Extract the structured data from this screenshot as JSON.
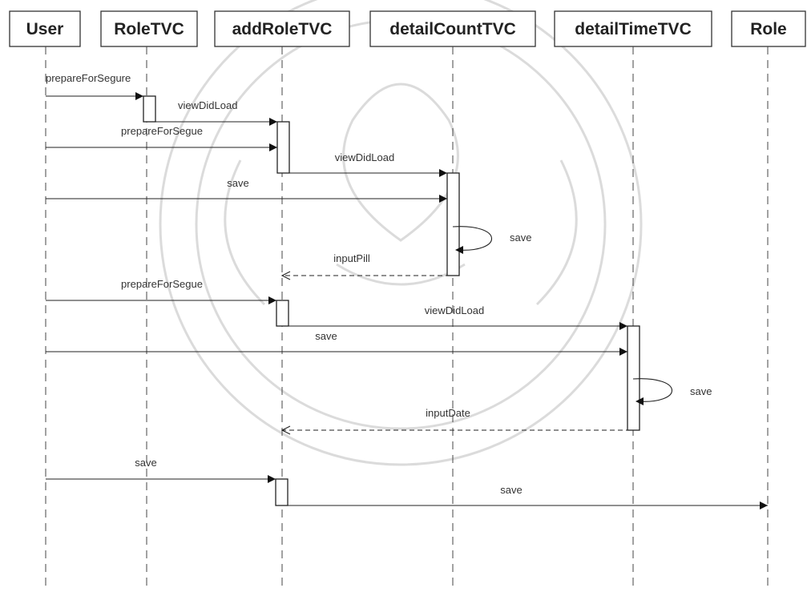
{
  "participants": [
    {
      "id": "user",
      "label": "User"
    },
    {
      "id": "roletvc",
      "label": "RoleTVC"
    },
    {
      "id": "addroletvc",
      "label": "addRoleTVC"
    },
    {
      "id": "detailcounttvc",
      "label": "detailCountTVC"
    },
    {
      "id": "detailtimetvc",
      "label": "detailTimeTVC"
    },
    {
      "id": "role",
      "label": "Role"
    }
  ],
  "messages": [
    {
      "from": "user",
      "to": "roletvc",
      "label": "prepareForSegure",
      "kind": "call"
    },
    {
      "from": "roletvc",
      "to": "addroletvc",
      "label": "viewDidLoad",
      "kind": "call"
    },
    {
      "from": "user",
      "to": "addroletvc",
      "label": "prepareForSegue",
      "kind": "call"
    },
    {
      "from": "addroletvc",
      "to": "detailcounttvc",
      "label": "viewDidLoad",
      "kind": "call"
    },
    {
      "from": "user",
      "to": "detailcounttvc",
      "label": "save",
      "kind": "call"
    },
    {
      "from": "detailcounttvc",
      "to": "detailcounttvc",
      "label": "save",
      "kind": "self"
    },
    {
      "from": "detailcounttvc",
      "to": "addroletvc",
      "label": "inputPill",
      "kind": "return"
    },
    {
      "from": "user",
      "to": "addroletvc",
      "label": "prepareForSegue",
      "kind": "call"
    },
    {
      "from": "addroletvc",
      "to": "detailtimetvc",
      "label": "viewDidLoad",
      "kind": "call"
    },
    {
      "from": "user",
      "to": "detailtimetvc",
      "label": "save",
      "kind": "call"
    },
    {
      "from": "detailtimetvc",
      "to": "detailtimetvc",
      "label": "save",
      "kind": "self"
    },
    {
      "from": "detailtimetvc",
      "to": "addroletvc",
      "label": "inputDate",
      "kind": "return"
    },
    {
      "from": "user",
      "to": "addroletvc",
      "label": "save",
      "kind": "call"
    },
    {
      "from": "addroletvc",
      "to": "role",
      "label": "save",
      "kind": "call"
    }
  ]
}
